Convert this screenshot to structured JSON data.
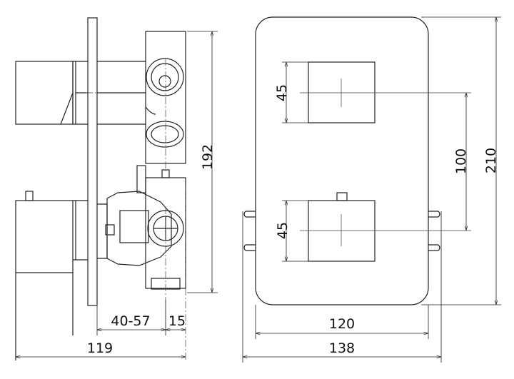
{
  "side_view": {
    "dimensions": {
      "height": "192",
      "depth_range": "40-57",
      "offset": "15",
      "total_depth": "119"
    }
  },
  "front_view": {
    "dimensions": {
      "handle_top": "45",
      "handle_bottom": "45",
      "handle_spacing": "100",
      "plate_height": "210",
      "plate_width": "120",
      "overall_width": "138"
    }
  },
  "colors": {
    "line": "#222222",
    "background": "#ffffff"
  }
}
